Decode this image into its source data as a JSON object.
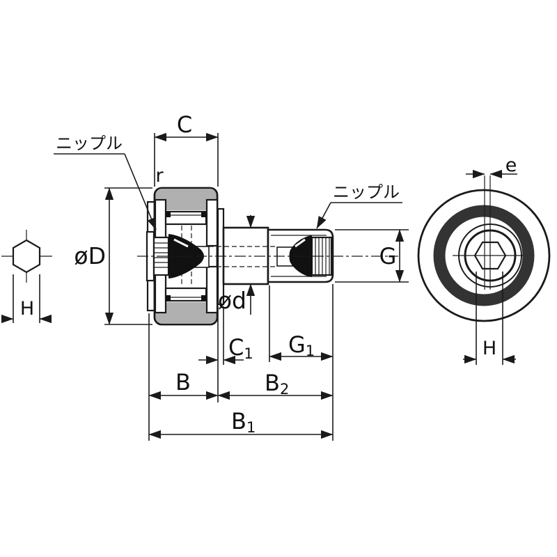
{
  "drawing": {
    "description": "cam-follower-bearing-technical-drawing",
    "labels": {
      "nipple_left": "ニップル",
      "nipple_right": "ニップル",
      "c": "C",
      "r": "r",
      "phi_D": "øD",
      "phi_d": "ød",
      "c1_main": "C",
      "c1_sub": "1",
      "g1_main": "G",
      "g1_sub": "1",
      "b": "B",
      "b2_main": "B",
      "b2_sub": "2",
      "b1_main": "B",
      "b1_sub": "1",
      "h_socket_detail": "H",
      "g": "G",
      "e": "e",
      "h_end_view": "H"
    },
    "colors": {
      "line": "#1a1a1a",
      "ring_gray": "#b0b0b0",
      "flange_gray": "#b4b4b4",
      "plate_gray": "#bdbdbd",
      "dark_ring": "#333333",
      "solid_black": "#111111",
      "background": "#ffffff"
    }
  }
}
